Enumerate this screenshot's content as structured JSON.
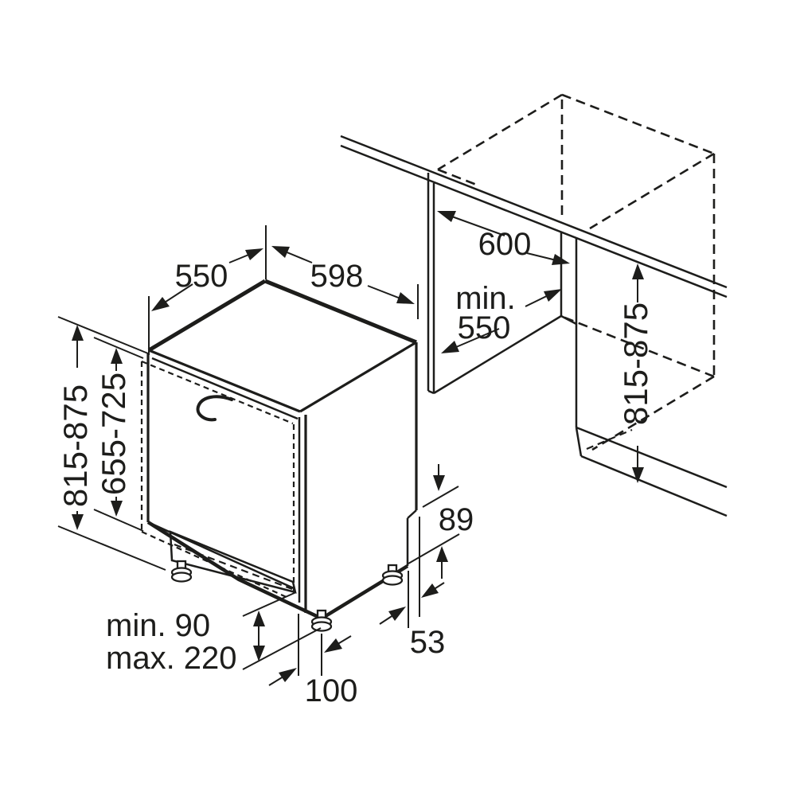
{
  "colors": {
    "ink": "#1d1d1b",
    "background": "#ffffff"
  },
  "labels": {
    "top_depth": "550",
    "top_width": "598",
    "niche_width": "600",
    "niche_depth_line1": "min.",
    "niche_depth_line2": "550",
    "appliance_height": "815-875",
    "door_panel_height": "655-725",
    "niche_height": "815-875",
    "top_rear_clearance": "89",
    "side_setback": "53",
    "plinth_min": "min. 90",
    "plinth_max": "max. 220",
    "foot_inset": "100"
  }
}
